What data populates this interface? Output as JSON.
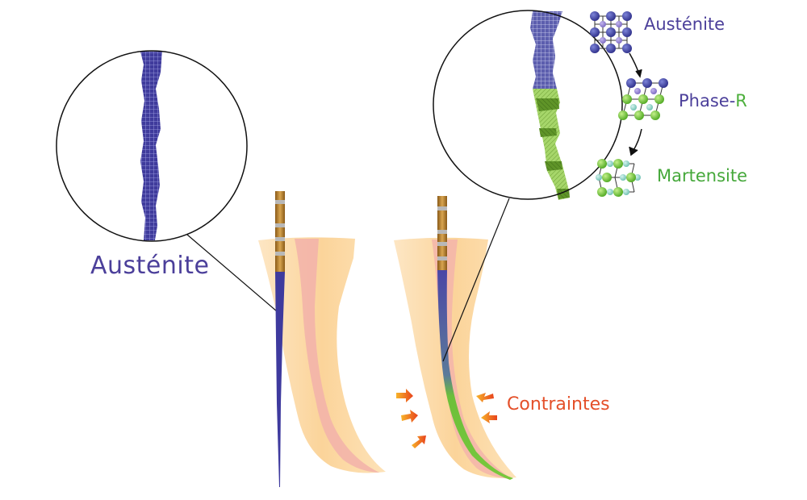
{
  "title": "NiTi file phase transformation under stress",
  "labels": {
    "austenite_left": "Austénite",
    "austenite_right": "Austénite",
    "phase_r_prefix": "Phase-",
    "phase_r_suffix": "R",
    "martensite": "Martensite",
    "stress": "Contraintes"
  },
  "phases": [
    {
      "name": "Austénite",
      "color": "#3d3a9a",
      "structure": "cubic-lattice"
    },
    {
      "name": "Phase-R",
      "color": "#4b3f9a",
      "structure": "rhombohedral-lattice"
    },
    {
      "name": "Martensite",
      "color": "#5cb82e",
      "structure": "monoclinic-lattice"
    }
  ],
  "colors": {
    "austenite": "#3f3b9c",
    "martensite": "#6cc23a",
    "tooth": "#fcd9a6",
    "canal": "#f2b0a8",
    "handle": "#b07a2a",
    "stress_arrow": "#ef5a1e",
    "leader_line": "#000000"
  },
  "icons": {
    "stress_arrows": "arrow-icon",
    "transition_arrows": "curved-arrow-icon"
  }
}
